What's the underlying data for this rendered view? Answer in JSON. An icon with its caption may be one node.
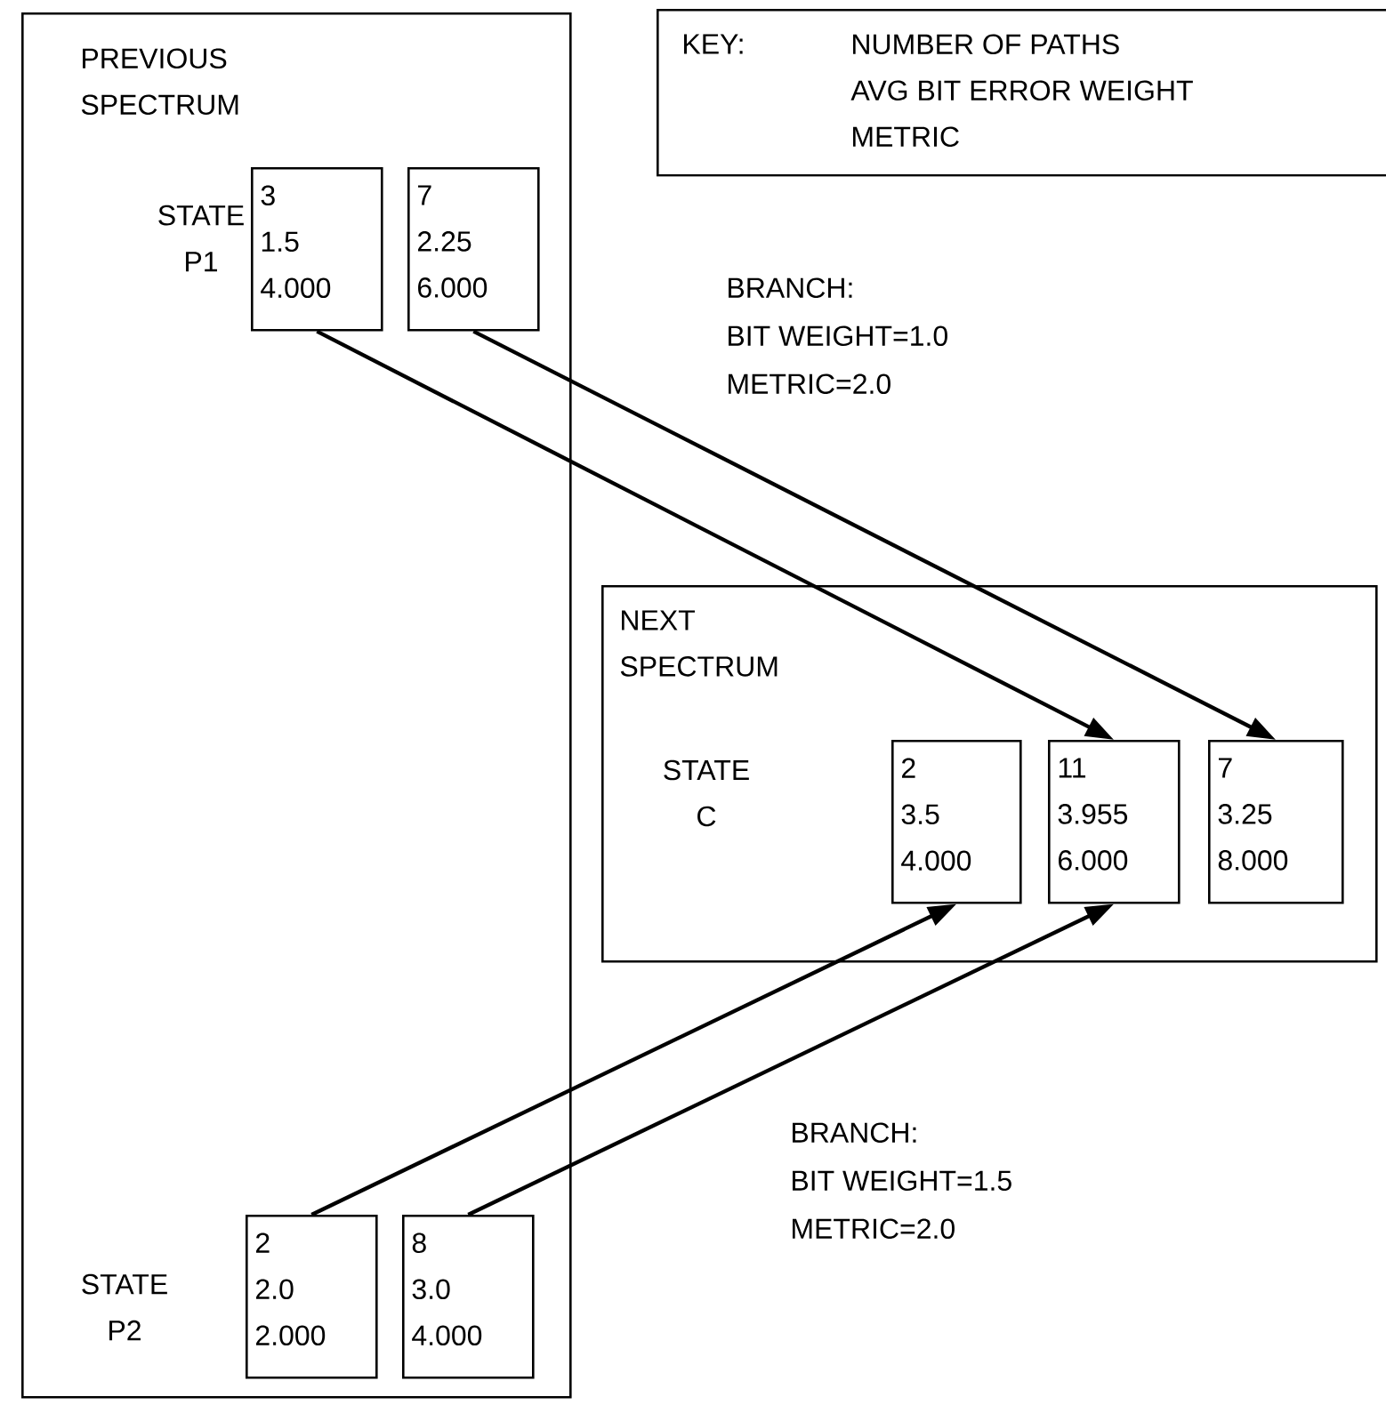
{
  "diagram": {
    "nodes": [
      {
        "text": [
          "PREVIOUS SPECTRUM"
        ]
      },
      {
        "text": [
          "3",
          "1.5",
          "4.000"
        ],
        "in": 0
      },
      {
        "text": [
          "7",
          "2.25",
          "6.000"
        ],
        "in": 0
      },
      {
        "text": [
          "KEY:",
          "NUMBER OF PATHS",
          "AVG BIT ERROR WEIGHT",
          "METRIC"
        ]
      },
      {
        "text": [
          "NEXT SPECTRUM"
        ]
      },
      {
        "text": [
          "2",
          "3.5",
          "4.000"
        ],
        "in": 4
      },
      {
        "text": [
          "11",
          "3.955",
          "6.000"
        ],
        "in": 4
      },
      {
        "text": [
          "7",
          "3.25",
          "8.000"
        ],
        "in": 4
      },
      {
        "text": [
          "2",
          "2.0",
          "2.000"
        ],
        "in": 0
      },
      {
        "text": [
          "8",
          "3.0",
          "4.000"
        ],
        "in": 0
      }
    ],
    "edges": [
      {
        "from": 1,
        "to": 6,
        "arrow": "to"
      },
      {
        "from": 2,
        "to": 7,
        "arrow": "to"
      },
      {
        "from": 8,
        "to": 5,
        "arrow": "to"
      },
      {
        "from": 9,
        "to": 6,
        "arrow": "to"
      }
    ],
    "labels": [
      "STATE P1",
      "BRANCH:",
      "BIT WEIGHT=1.0",
      "METRIC=2.0",
      "STATE C",
      "BRANCH:",
      "BIT WEIGHT=1.5",
      "METRIC=2.0",
      "STATE P2"
    ]
  }
}
